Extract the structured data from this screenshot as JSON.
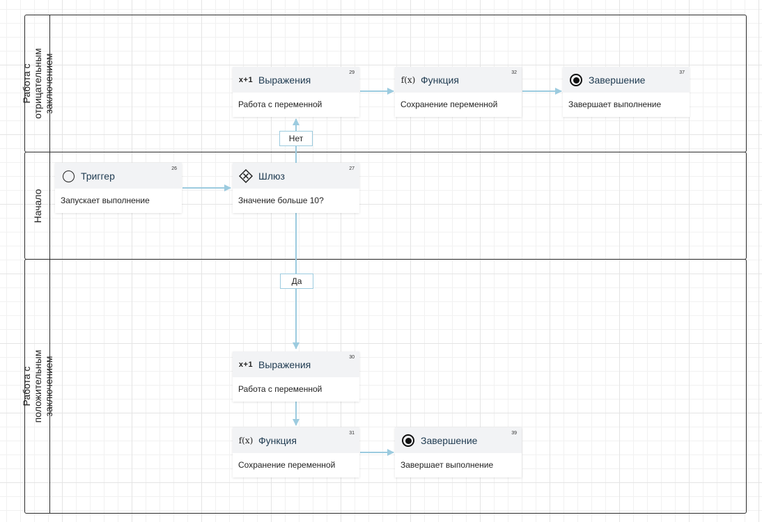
{
  "lanes": [
    {
      "id": "negative",
      "title": "Работа с отрицательным\nзаключением"
    },
    {
      "id": "start",
      "title": "Начало"
    },
    {
      "id": "positive",
      "title": "Работа с положительным заключением"
    }
  ],
  "nodes": {
    "trigger": {
      "id": "26",
      "icon": "circle-icon",
      "title": "Триггер",
      "description": "Запускает выполнение"
    },
    "gateway": {
      "id": "27",
      "icon": "gateway-diamond-icon",
      "title": "Шлюз",
      "description": "Значение больше 10?"
    },
    "expr_neg": {
      "id": "29",
      "icon": "x+1",
      "title": "Выражения",
      "description": "Работа с переменной"
    },
    "func_neg": {
      "id": "32",
      "icon": "f(x)",
      "title": "Функция",
      "description": "Сохранение переменной"
    },
    "end_neg": {
      "id": "37",
      "icon": "end-event-icon",
      "title": "Завершение",
      "description": "Завершает выполнение"
    },
    "expr_pos": {
      "id": "30",
      "icon": "x+1",
      "title": "Выражения",
      "description": "Работа с переменной"
    },
    "func_pos": {
      "id": "31",
      "icon": "f(x)",
      "title": "Функция",
      "description": "Сохранение переменной"
    },
    "end_pos": {
      "id": "39",
      "icon": "end-event-icon",
      "title": "Завершение",
      "description": "Завершает выполнение"
    }
  },
  "edge_labels": {
    "no": "Нет",
    "yes": "Да"
  },
  "colors": {
    "edge": "#9ccbdf",
    "lane_border": "#2c2c2c",
    "node_header": "#f2f3f5"
  }
}
